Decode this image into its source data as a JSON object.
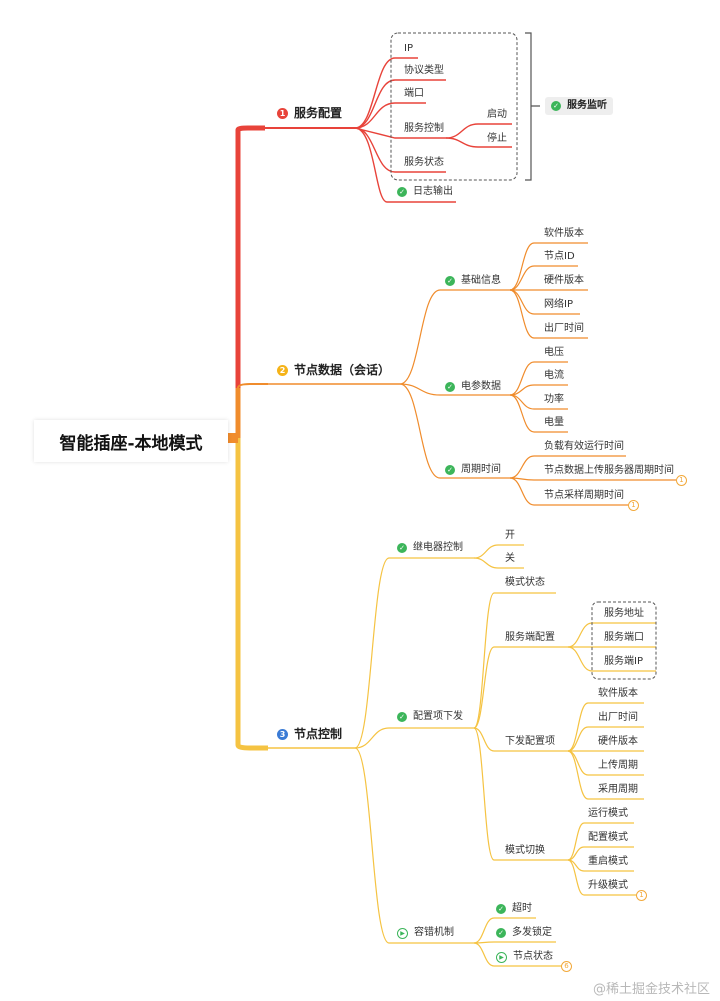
{
  "root": "智能插座-本地模式",
  "colors": {
    "red": "#e8433a",
    "orange": "#f08c2c",
    "yellow": "#f5c342",
    "green": "#3cb55a",
    "blue": "#3a7bd5"
  },
  "branch1": {
    "number": "1",
    "label": "服务配置",
    "items": [
      "IP",
      "协议类型",
      "端口",
      "服务控制",
      "服务状态"
    ],
    "control_children": [
      "启动",
      "停止"
    ],
    "summary": "服务监听",
    "log": "日志输出"
  },
  "branch2": {
    "number": "2",
    "label": "节点数据（会话）",
    "basic": {
      "label": "基础信息",
      "children": [
        "软件版本",
        "节点ID",
        "硬件版本",
        "网络IP",
        "出厂时间"
      ]
    },
    "electric": {
      "label": "电参数据",
      "children": [
        "电压",
        "电流",
        "功率",
        "电量"
      ]
    },
    "period": {
      "label": "周期时间",
      "children": [
        "负载有效运行时间",
        "节点数据上传服务器周期时间",
        "节点采样周期时间"
      ],
      "badges": [
        "1",
        "1"
      ]
    }
  },
  "branch3": {
    "number": "3",
    "label": "节点控制",
    "relay": {
      "label": "继电器控制",
      "children": [
        "开",
        "关"
      ]
    },
    "config": {
      "label": "配置项下发",
      "mode_state": "模式状态",
      "server": {
        "label": "服务端配置",
        "children": [
          "服务地址",
          "服务端口",
          "服务端IP"
        ]
      },
      "deliver": {
        "label": "下发配置项",
        "children": [
          "软件版本",
          "出厂时间",
          "硬件版本",
          "上传周期",
          "采用周期"
        ]
      },
      "switch": {
        "label": "模式切换",
        "children": [
          "运行模式",
          "配置模式",
          "重启模式",
          "升级模式"
        ],
        "badge": "1"
      }
    },
    "fault": {
      "label": "容错机制",
      "children": [
        "超时",
        "多发锁定",
        "节点状态"
      ],
      "badge": "6"
    }
  },
  "watermark": "@稀土掘金技术社区"
}
